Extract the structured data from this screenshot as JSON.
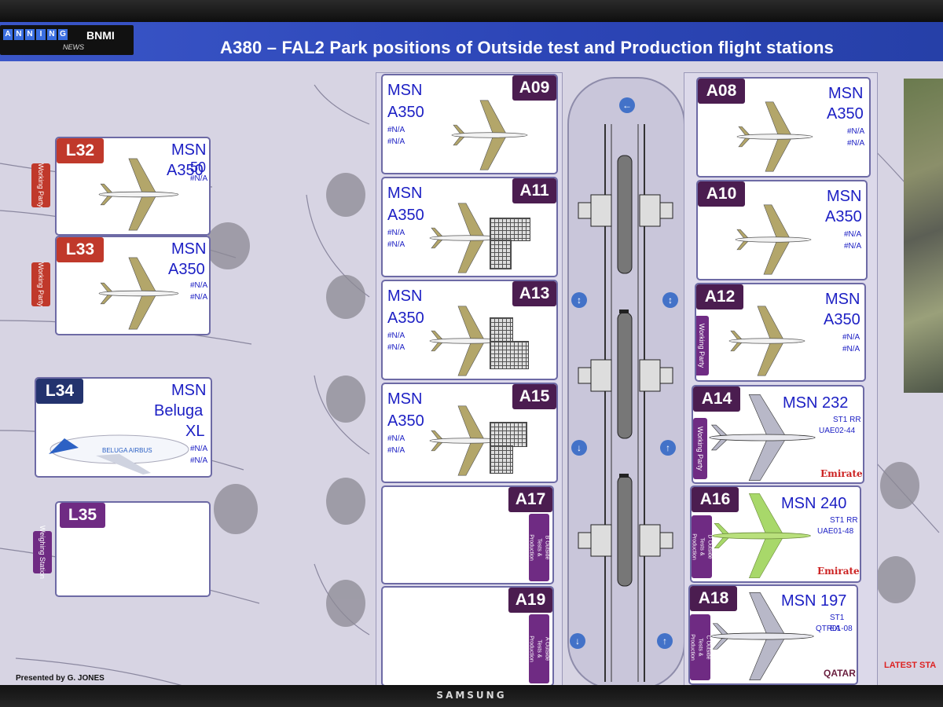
{
  "header": {
    "logo_letters": [
      "A",
      "N",
      "N",
      "I",
      "N",
      "G"
    ],
    "logo_brand": "BNMI",
    "logo_news": "NEWS",
    "title": "A380 – FAL2 Park positions of Outside test and Production flight stations"
  },
  "colors": {
    "red_code": "#c0392b",
    "navy_code": "#23336e",
    "purple_code": "#6f2b83",
    "dark_purple_code": "#4b1d50",
    "msn_text": "#1d20c4",
    "tail_plane_green": "#a8d86a"
  },
  "left": {
    "L32": {
      "code": "L32",
      "msn": "MSN",
      "type": "A350",
      "overlay": "50",
      "na1": "#N/A",
      "tag": "Working Party"
    },
    "L33": {
      "code": "L33",
      "msn": "MSN",
      "type": "A350",
      "na1": "#N/A",
      "na2": "#N/A",
      "tag": "Working Party"
    },
    "L34": {
      "code": "L34",
      "msn": "MSN",
      "type1": "Beluga",
      "type2": "XL",
      "na1": "#N/A",
      "na2": "#N/A",
      "fuselage_text": "BELUGA AIRBUS"
    },
    "L35": {
      "code": "L35",
      "tag": "Weighing Station"
    }
  },
  "middle": {
    "A09": {
      "code": "A09",
      "msn": "MSN",
      "type": "A350",
      "na1": "#N/A",
      "na2": "#N/A"
    },
    "A11": {
      "code": "A11",
      "msn": "MSN",
      "type": "A350",
      "na1": "#N/A",
      "na2": "#N/A"
    },
    "A13": {
      "code": "A13",
      "msn": "MSN",
      "type": "A350",
      "na1": "#N/A",
      "na2": "#N/A"
    },
    "A15": {
      "code": "A15",
      "msn": "MSN",
      "type": "A350",
      "na1": "#N/A",
      "na2": "#N/A"
    },
    "A17": {
      "code": "A17",
      "tag": "COMBINE B Outside Tests & Production Tests"
    },
    "A19": {
      "code": "A19",
      "tag": "COMBINE A Outside Tests & Production Tests"
    }
  },
  "right": {
    "A08": {
      "code": "A08",
      "msn": "MSN",
      "type": "A350",
      "na1": "#N/A",
      "na2": "#N/A"
    },
    "A10": {
      "code": "A10",
      "msn": "MSN",
      "type": "A350",
      "na1": "#N/A",
      "na2": "#N/A"
    },
    "A12": {
      "code": "A12",
      "msn": "MSN",
      "type": "A350",
      "na1": "#N/A",
      "na2": "#N/A",
      "tag": "Working Party"
    },
    "A14": {
      "code": "A14",
      "msn": "MSN  232",
      "line1": "ST1 RR",
      "line2": "UAE02-44",
      "airline": "Emirates",
      "tag": "Working Party"
    },
    "A16": {
      "code": "A16",
      "msn": "MSN  240",
      "line1": "ST1  RR",
      "line2": "UAE01-48",
      "airline": "Emirates",
      "tag": "COMBINE D Outside Tests & Production Tests"
    },
    "A18": {
      "code": "A18",
      "msn": "MSN  197",
      "line1": "ST1  EA",
      "line2": "QTR01-08",
      "airline": "QATAR",
      "tag": "COMBINE C Outside Tests & Production Tests"
    }
  },
  "footer": {
    "presented_by": "Presented by G. JONES",
    "latest": "LATEST STA"
  },
  "device": {
    "brand": "SAMSUNG"
  }
}
